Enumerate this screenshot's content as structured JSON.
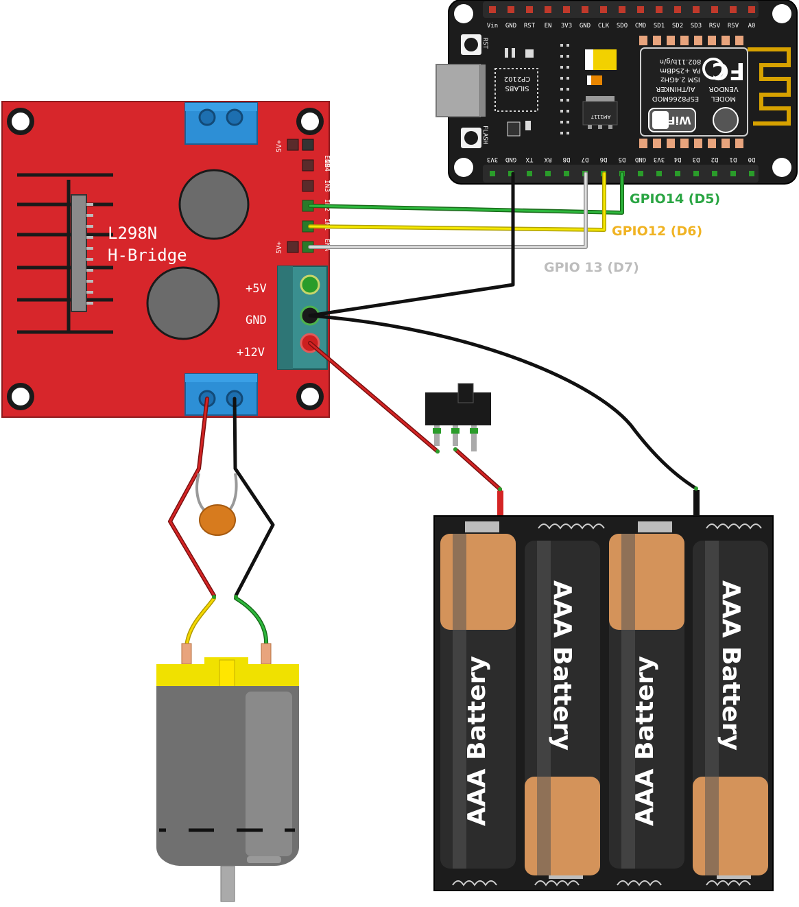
{
  "l298n": {
    "title_line1": "L298N",
    "title_line2": "H-Bridge",
    "terminal_5v": "+5V",
    "terminal_gnd": "GND",
    "terminal_12v": "+12V",
    "pin_enb": "ENB",
    "pin_in4": "IN4",
    "pin_in3": "IN3",
    "pin_in2": "IN2",
    "pin_in1": "IN1",
    "pin_ena": "ENA",
    "pin_5v_top": "5V+",
    "pin_5v_bottom": "5V+"
  },
  "esp8266": {
    "top_pins": [
      "Vin",
      "GND",
      "RST",
      "EN",
      "3V3",
      "GND",
      "CLK",
      "SDO",
      "CMD",
      "SD1",
      "SD2",
      "SD3",
      "RSV",
      "RSV",
      "A0"
    ],
    "bottom_pins": [
      "3V3",
      "GND",
      "TX",
      "RX",
      "D8",
      "D7",
      "D6",
      "D5",
      "GND",
      "3V3",
      "D4",
      "D3",
      "D2",
      "D1",
      "D0"
    ],
    "rst_label": "RST",
    "flash_label": "FLASH",
    "usb_chip_line1": "SILABS",
    "usb_chip_line2": "CP2102",
    "regulator": "AM1117",
    "module_model_label": "MODEL",
    "module_model": "ESP8266MOD",
    "module_vendor_label": "VENDOR",
    "module_vendor": "AI/THINKER",
    "module_spec1": "ISM 2.4GHz",
    "module_spec2": "PA +25dBm",
    "module_spec3": "802.11b/g/n",
    "wifi_badge": "WiFi",
    "fcc_mark": "FC"
  },
  "wires": {
    "gpio14": "GPIO14 (D5)",
    "gpio12": "GPIO12 (D6)",
    "gpio13": "GPIO 13 (D7)"
  },
  "batteries": {
    "label": "AAA Battery"
  },
  "colors": {
    "board_red": "#d7262b",
    "esp_black": "#1c1c1c",
    "green_wire": "#1fa832",
    "yellow_wire": "#f1e100",
    "gray_wire": "#c8c8c8",
    "black_wire": "#1a1a1a",
    "red_wire": "#cc1f1f",
    "gpio14_text": "#2aa543",
    "gpio12_text": "#f0b323",
    "gpio13_text": "#bdbdbd",
    "terminal_blue": "#2d8fd6"
  }
}
